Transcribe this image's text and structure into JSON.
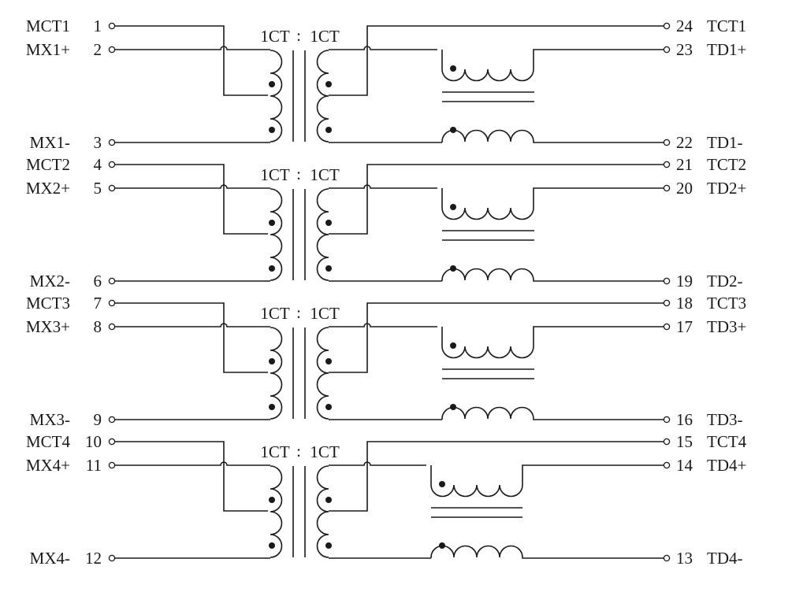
{
  "diagram": {
    "stages": [
      {
        "ratio": [
          "1CT",
          ":",
          "1CT"
        ],
        "left": [
          {
            "name": "MCT1",
            "pin": "1"
          },
          {
            "name": "MX1+",
            "pin": "2"
          },
          {
            "name": "MX1-",
            "pin": "3"
          }
        ],
        "right": [
          {
            "pin": "24",
            "name": "TCT1"
          },
          {
            "pin": "23",
            "name": "TD1+"
          },
          {
            "pin": "22",
            "name": "TD1-"
          }
        ]
      },
      {
        "ratio": [
          "1CT",
          ":",
          "1CT"
        ],
        "left": [
          {
            "name": "MCT2",
            "pin": "4"
          },
          {
            "name": "MX2+",
            "pin": "5"
          },
          {
            "name": "MX2-",
            "pin": "6"
          }
        ],
        "right": [
          {
            "pin": "21",
            "name": "TCT2"
          },
          {
            "pin": "20",
            "name": "TD2+"
          },
          {
            "pin": "19",
            "name": "TD2-"
          }
        ]
      },
      {
        "ratio": [
          "1CT",
          ":",
          "1CT"
        ],
        "left": [
          {
            "name": "MCT3",
            "pin": "7"
          },
          {
            "name": "MX3+",
            "pin": "8"
          },
          {
            "name": "MX3-",
            "pin": "9"
          }
        ],
        "right": [
          {
            "pin": "18",
            "name": "TCT3"
          },
          {
            "pin": "17",
            "name": "TD3+"
          },
          {
            "pin": "16",
            "name": "TD3-"
          }
        ]
      },
      {
        "ratio": [
          "1CT",
          ":",
          "1CT"
        ],
        "left": [
          {
            "name": "MCT4",
            "pin": "10"
          },
          {
            "name": "MX4+",
            "pin": "11"
          },
          {
            "name": "MX4-",
            "pin": "12"
          }
        ],
        "right": [
          {
            "pin": "15",
            "name": "TCT4"
          },
          {
            "pin": "14",
            "name": "TD4+"
          },
          {
            "pin": "13",
            "name": "TD4-"
          }
        ]
      }
    ]
  },
  "colors": {
    "ink": "#1a1a1a",
    "background": "#ffffff"
  }
}
